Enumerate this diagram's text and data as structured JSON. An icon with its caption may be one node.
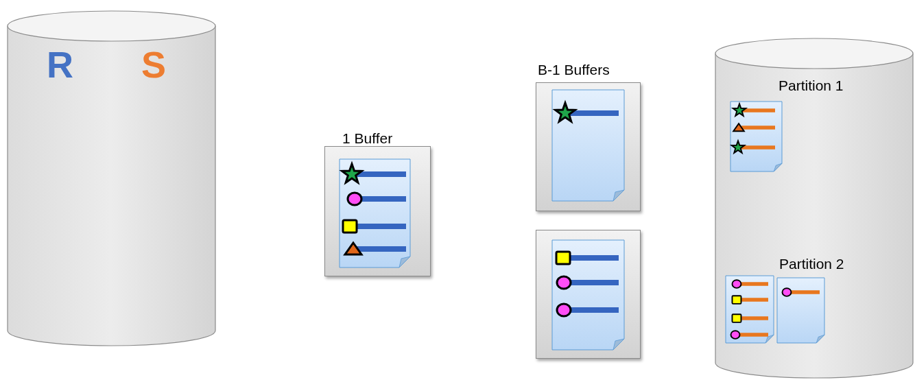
{
  "diagram": {
    "nodes": [
      {
        "text": [
          "R",
          "S"
        ]
      },
      {
        "text": [
          "1 Buffer"
        ]
      },
      {
        "text": [
          "B-1 Buffers"
        ]
      },
      {
        "text": [],
        "shape": "box"
      },
      {
        "text": [],
        "shape": "cylinder"
      },
      {
        "text": [
          "Partition 1"
        ],
        "in": 4
      },
      {
        "text": [
          "Partition 2"
        ],
        "in": 4
      }
    ]
  }
}
